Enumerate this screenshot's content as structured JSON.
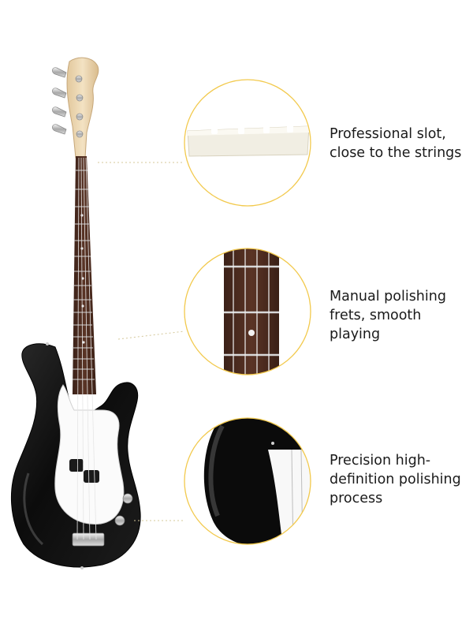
{
  "colors": {
    "circle_border": "#f2c94c",
    "guitar_body": "#111111",
    "pickguard": "#ffffff",
    "neck_wood": "#ecd6b0",
    "fretboard": "#4a2a1e",
    "leader_line": "#d4c89a"
  },
  "features": [
    {
      "lines": [
        "Professional slot,",
        "close to the strings"
      ],
      "detail": "nut"
    },
    {
      "lines": [
        "Manual polishing",
        "frets, smooth",
        "playing"
      ],
      "detail": "fretboard"
    },
    {
      "lines": [
        "Precision high-",
        "definition polishing",
        "process"
      ],
      "detail": "body-finish"
    }
  ]
}
